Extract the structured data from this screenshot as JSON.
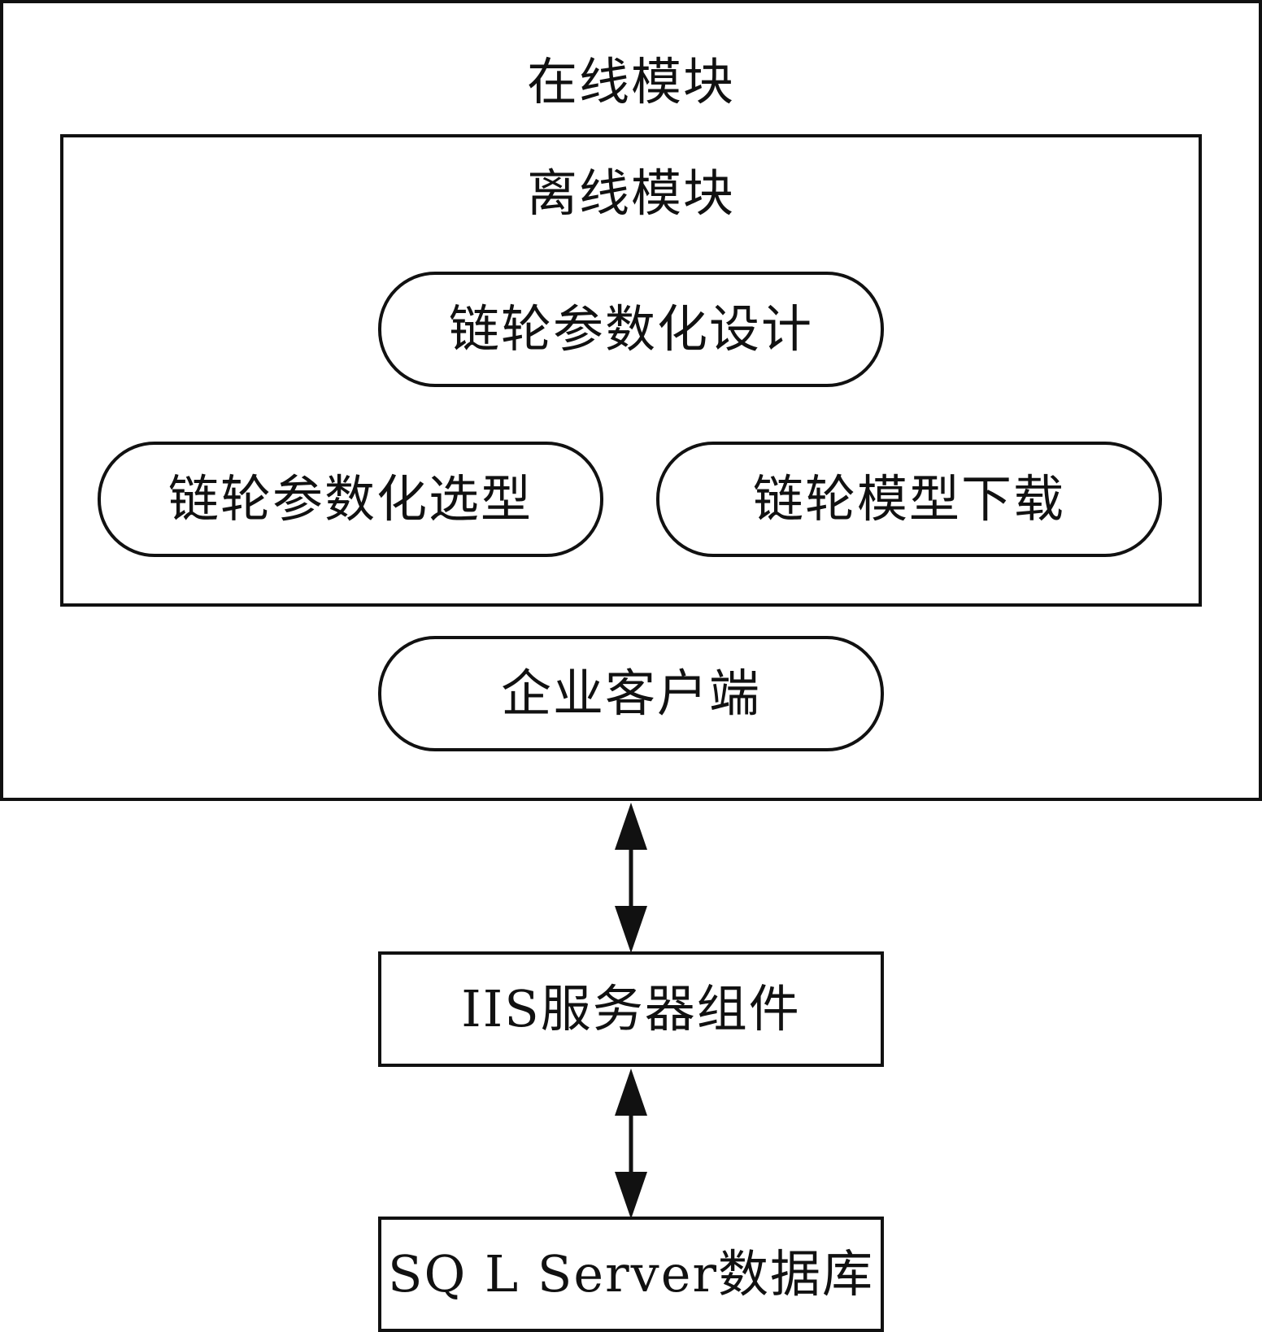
{
  "online_module": {
    "title": "在线模块"
  },
  "offline_module": {
    "title": "离线模块",
    "items": [
      "链轮参数化设计",
      "链轮参数化选型",
      "链轮模型下载"
    ]
  },
  "enterprise_client": {
    "label": "企业客户端"
  },
  "iis_component": {
    "label": "IIS服务器组件"
  },
  "database": {
    "label": "SQ L Server数据库"
  },
  "colors": {
    "stroke": "#111111",
    "background": "#ffffff"
  }
}
